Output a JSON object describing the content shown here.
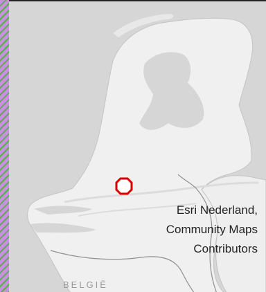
{
  "map": {
    "attribution_lines": [
      "Esri Nederland,",
      "Community Maps",
      "Contributors"
    ],
    "country_label_bottom": "BELGIË",
    "marker_icon": "location-marker-icon",
    "colors": {
      "water": "#d6d6d6",
      "land": "#f0f0f0",
      "lake": "#d6d6d6",
      "marker": "#e00000",
      "border": "#9a9a9a"
    }
  }
}
